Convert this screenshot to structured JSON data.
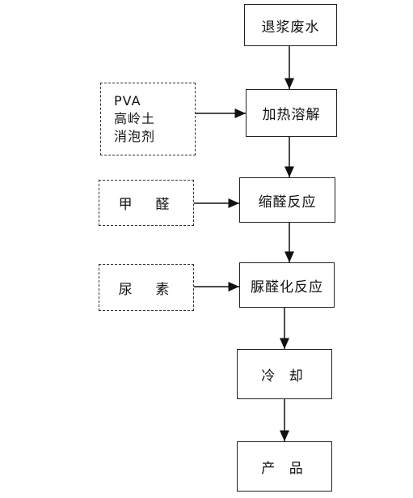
{
  "process": [
    {
      "id": "p1",
      "label": "退浆废水"
    },
    {
      "id": "p2",
      "label": "加热溶解"
    },
    {
      "id": "p3",
      "label": "缩醛反应"
    },
    {
      "id": "p4",
      "label": "脲醛化反应"
    },
    {
      "id": "p5",
      "label": "冷 却"
    },
    {
      "id": "p6",
      "label": "产 品"
    }
  ],
  "inputs": [
    {
      "id": "i1",
      "lines": [
        "PVA",
        "高岭土",
        "消泡剂"
      ],
      "target": "p2"
    },
    {
      "id": "i2",
      "label": "甲  醛",
      "target": "p3"
    },
    {
      "id": "i3",
      "label": "尿  素",
      "target": "p4"
    }
  ]
}
